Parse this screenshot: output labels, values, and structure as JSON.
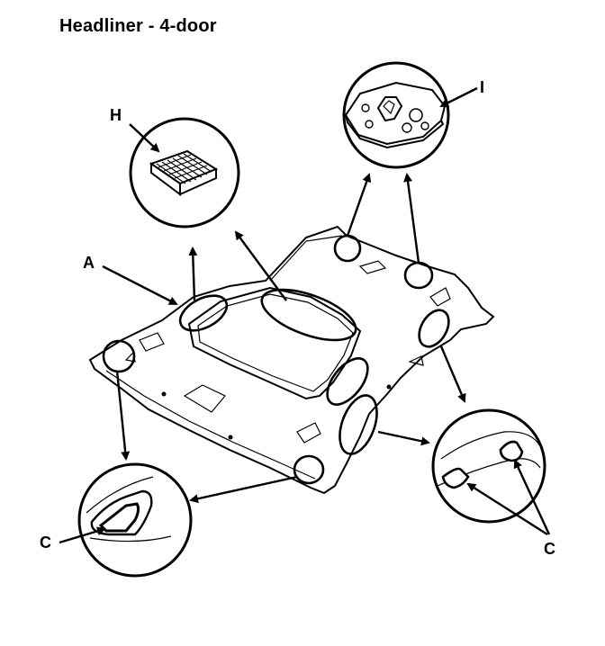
{
  "title": "Headliner - 4-door",
  "labels": {
    "a": "A",
    "h": "H",
    "i": "I",
    "c_left": "C",
    "c_right": "C"
  }
}
